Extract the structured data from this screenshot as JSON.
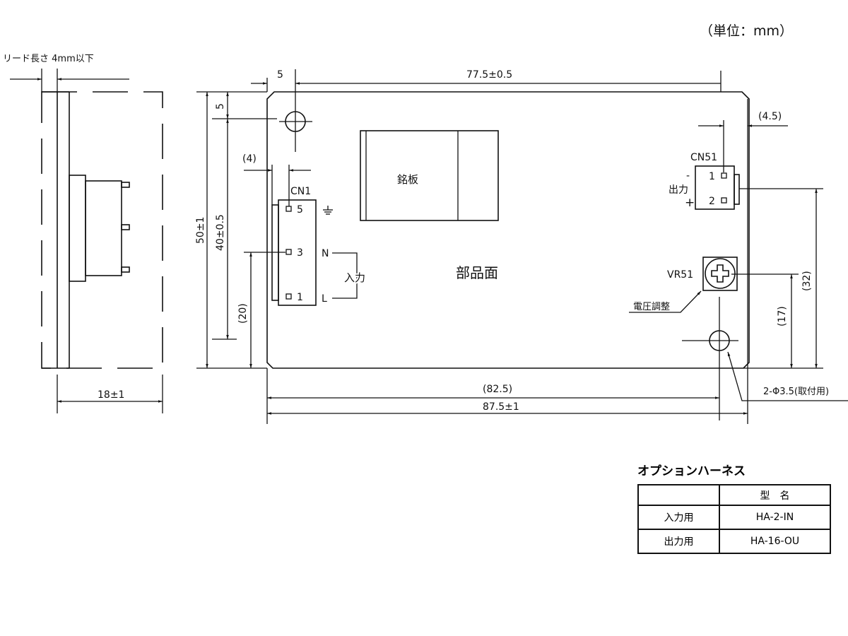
{
  "unit_label": "（単位：mm）",
  "side_view": {
    "lead_note": "リード長さ 4mm以下",
    "depth": "18±1"
  },
  "top_dims": {
    "hole_offset": "5",
    "hole_pitch": "77.5±0.5"
  },
  "left_dims": {
    "hole_offset": "5",
    "height": "50±1",
    "hole_pitch_v": "40±0.5",
    "cn1_pin3": "(20)",
    "cn1_offset": "(4)"
  },
  "bottom_dims": {
    "hole_span": "(82.5)",
    "width": "87.5±1"
  },
  "right_dims": {
    "cn51_offset": "(4.5)",
    "cn51_height": "(32)",
    "vr51_height": "(17)",
    "mount_hole": "2-Φ3.5(取付用)"
  },
  "board": {
    "nameplate": "銘板",
    "component_side": "部品面"
  },
  "cn1": {
    "label": "CN1",
    "pins": [
      "5",
      "3",
      "1"
    ],
    "n": "N",
    "l": "L",
    "input": "入力"
  },
  "cn51": {
    "label": "CN51",
    "pins": [
      "1",
      "2"
    ],
    "minus": "-",
    "plus": "+",
    "output": "出力"
  },
  "vr51": {
    "label": "VR51",
    "note": "電圧調整"
  },
  "harness_table": {
    "title": "オプションハーネス",
    "header": [
      "",
      "型　名"
    ],
    "rows": [
      [
        "入力用",
        "HA-2-IN"
      ],
      [
        "出力用",
        "HA-16-OU"
      ]
    ]
  }
}
